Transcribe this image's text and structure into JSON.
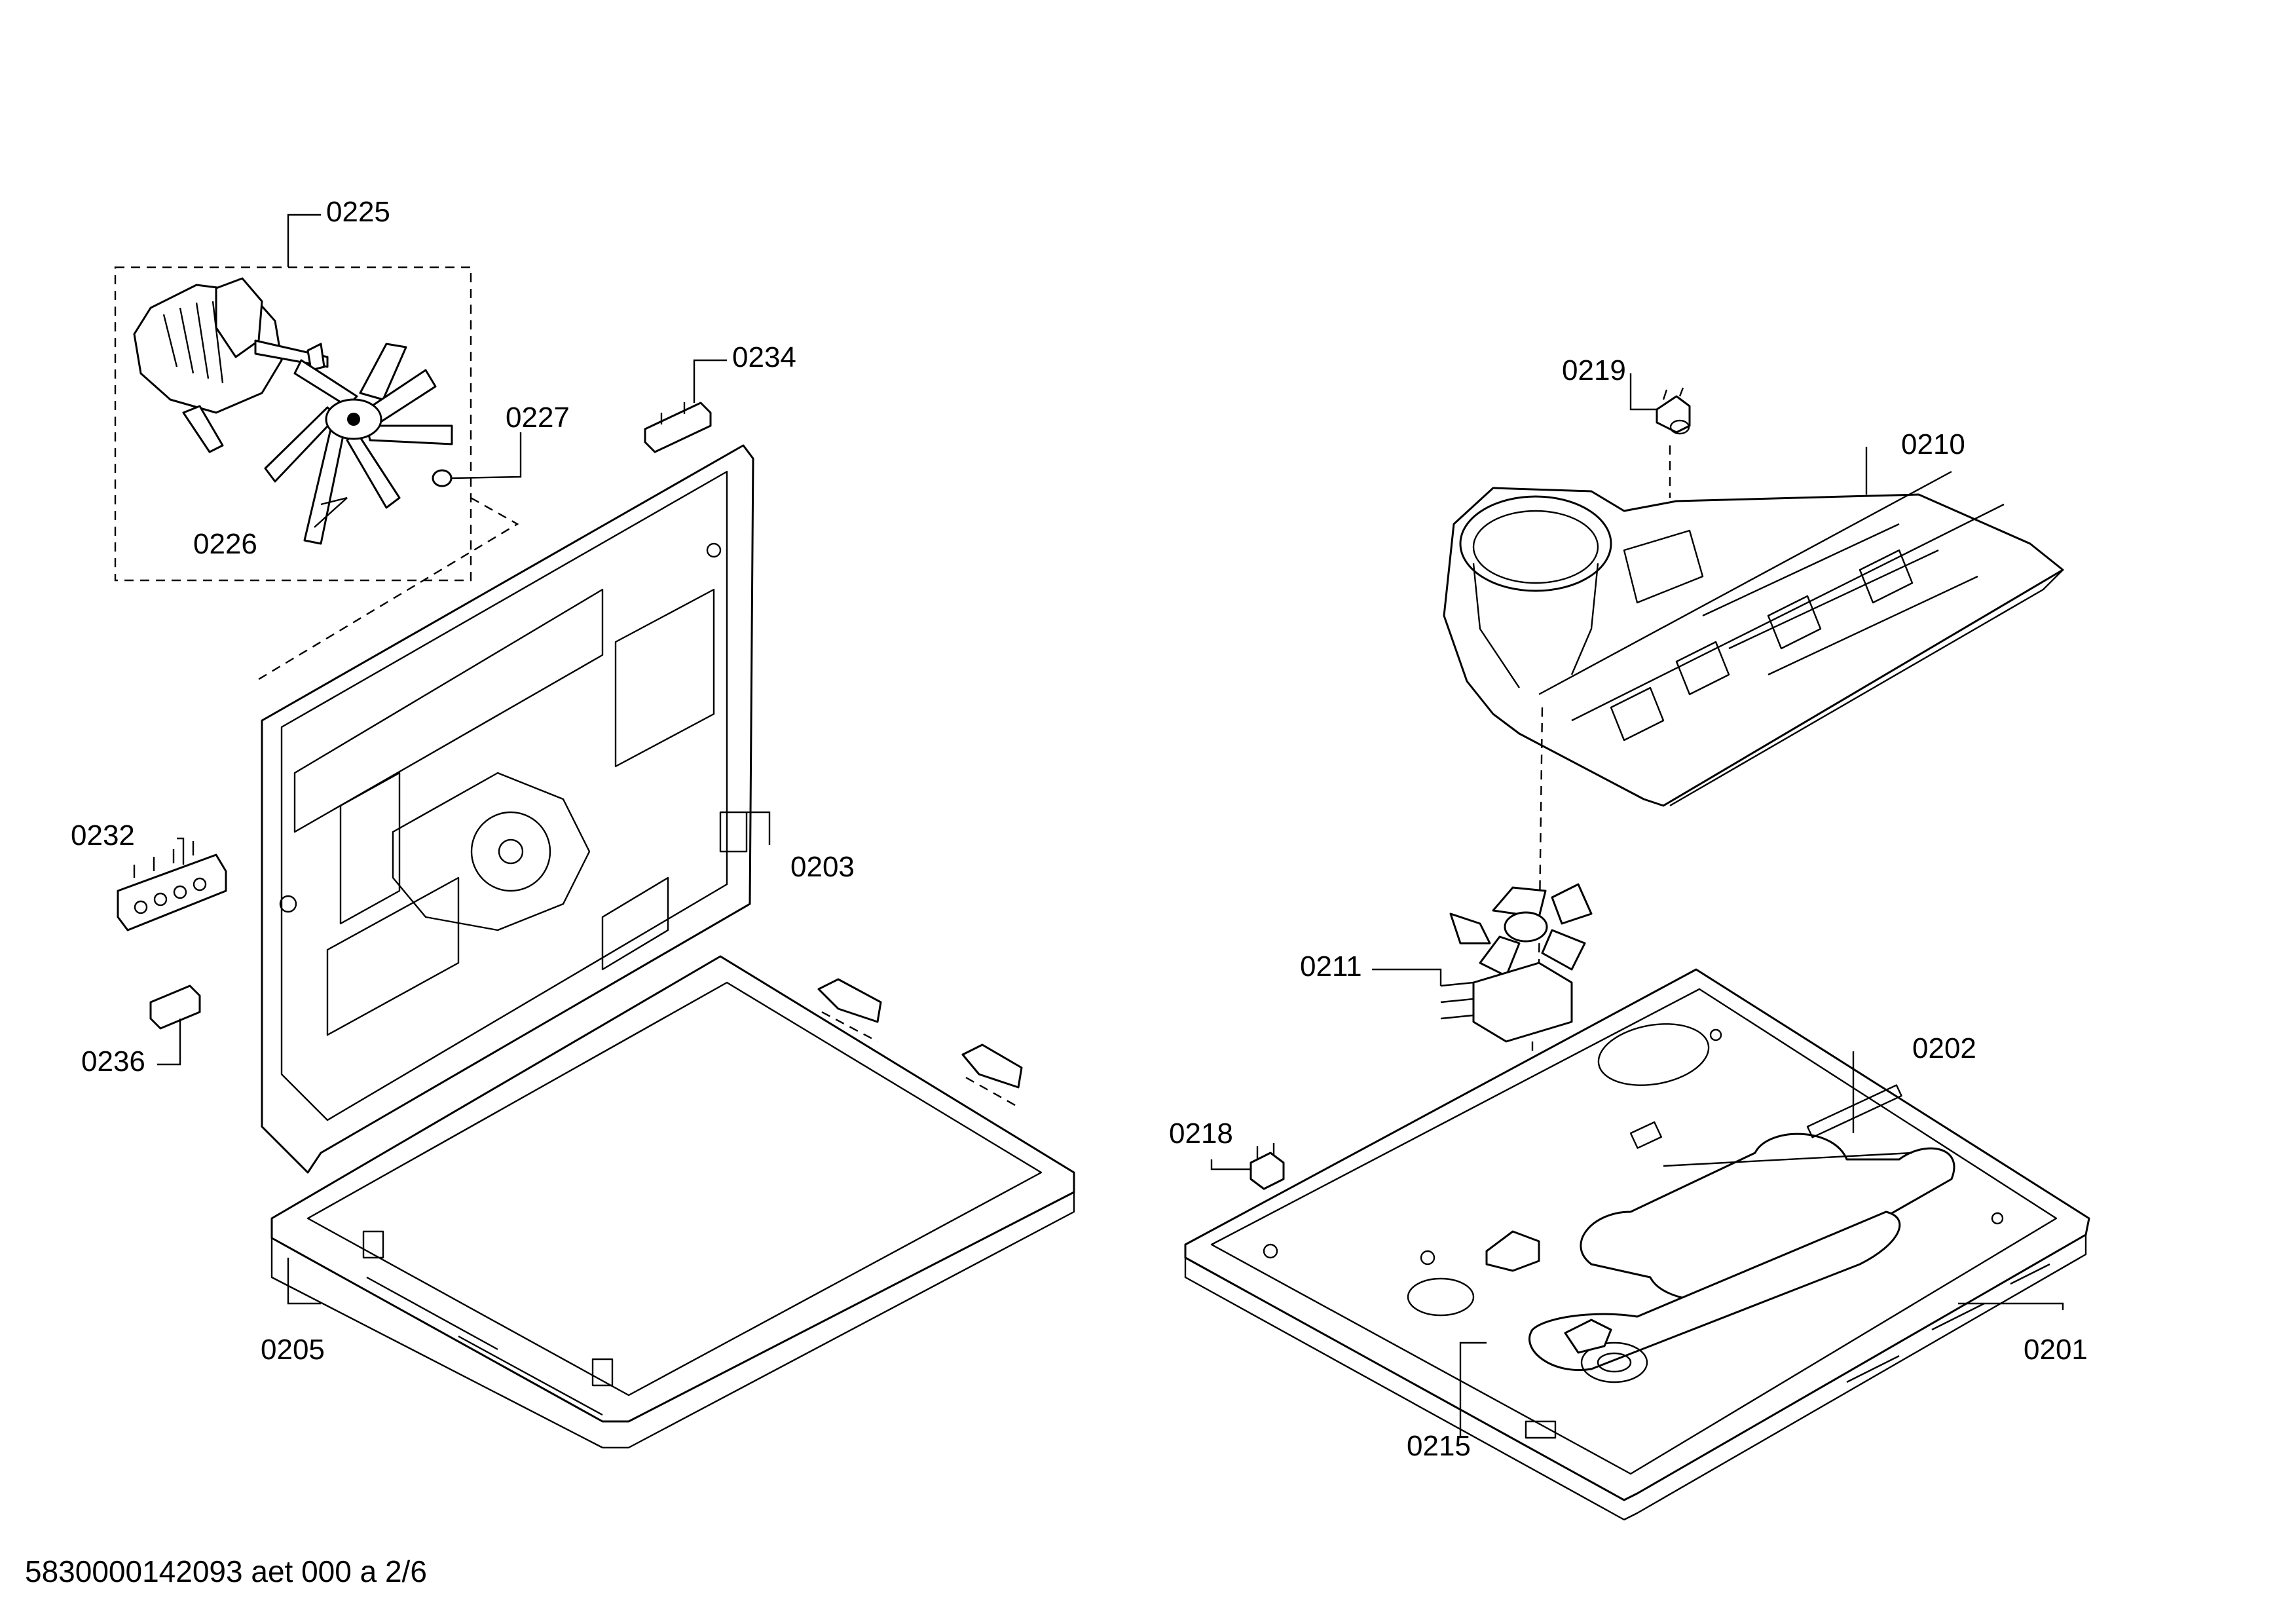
{
  "diagram": {
    "callouts": {
      "c0225": "0225",
      "c0234": "0234",
      "c0227": "0227",
      "c0226": "0226",
      "c0232": "0232",
      "c0203": "0203",
      "c0236": "0236",
      "c0205": "0205",
      "c0219": "0219",
      "c0210": "0210",
      "c0211": "0211",
      "c0202": "0202",
      "c0218": "0218",
      "c0201": "0201",
      "c0215": "0215"
    },
    "footer": "5830000142093 aet 000 a 2/6"
  }
}
